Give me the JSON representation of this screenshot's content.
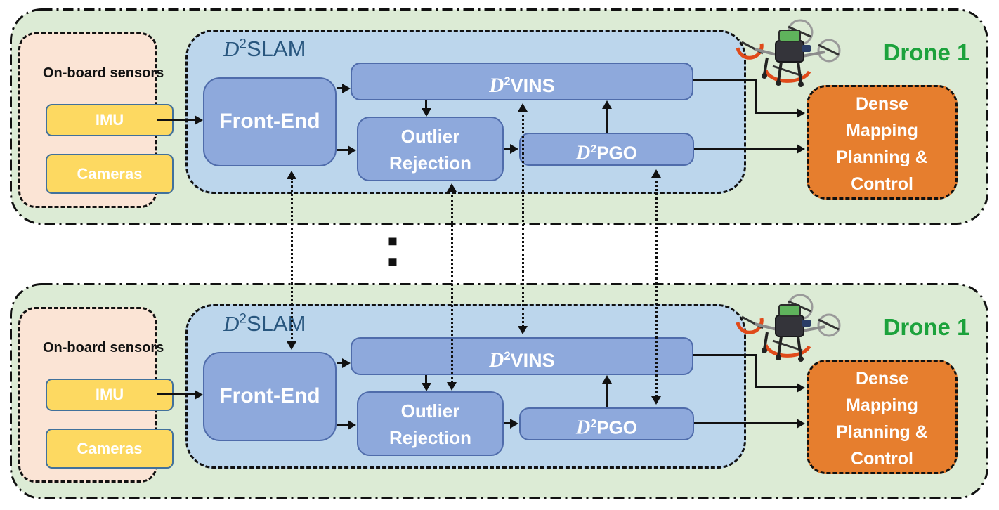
{
  "unit": {
    "sensors": {
      "title": "On-board sensors",
      "imu": "IMU",
      "cameras": "Cameras"
    },
    "slam": {
      "d": "D",
      "exp": "2",
      "name": "SLAM"
    },
    "front_end": "Front-End",
    "vins": {
      "d": "D",
      "exp": "2",
      "name": "VINS"
    },
    "outlier": {
      "line1": "Outlier",
      "line2": "Rejection"
    },
    "pgo": {
      "d": "D",
      "exp": "2",
      "name": "PGO"
    },
    "dense": {
      "line1": "Dense",
      "line2": "Mapping",
      "line3": "Planning &",
      "line4": "Control"
    },
    "drone_label": "Drone 1"
  },
  "gap": {
    "ellipsis": ":"
  },
  "icons": {
    "drone": "quadcopter-photo-icon"
  },
  "colors": {
    "unit_background": "#dcebd5",
    "unit_border": "#111111",
    "slam_background": "#bcd6ec",
    "module_fill": "#8ea9dc",
    "module_border": "#4f6cab",
    "sensors_background": "#fbe4d5",
    "sensor_fill": "#fdd961",
    "sensor_border": "#41719c",
    "dense_fill": "#e67e2e",
    "drone_label_green": "#1ca23c",
    "slam_text": "#28567e",
    "guard_orange": "#e04a1a"
  }
}
